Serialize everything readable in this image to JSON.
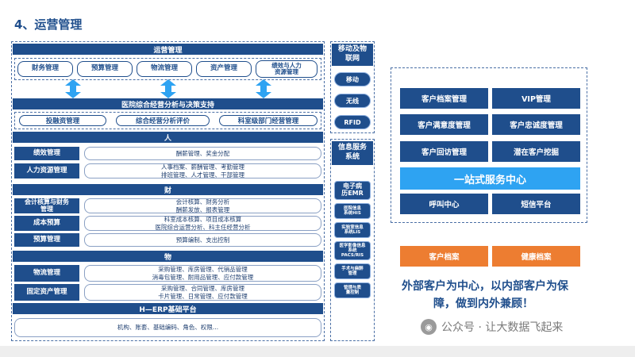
{
  "title": "4、运营管理",
  "ops": {
    "header": "运营管理",
    "items": [
      "财务管理",
      "预算管理",
      "物流管理",
      "资产管理",
      "绩效与人力\n资源管理"
    ]
  },
  "decision": {
    "header": "医院综合经营分析与决策支持",
    "items": [
      "投融资管理",
      "综合经营分析评价",
      "科室级部门经营管理"
    ]
  },
  "sections": [
    {
      "header": "人",
      "rows": [
        {
          "label": "绩效管理",
          "lines": [
            "酬薪管理、奖金分配"
          ]
        },
        {
          "label": "人力资源管理",
          "lines": [
            "人事档案、薪酬管理、考勤管理",
            "排班管理、人才管理、干部管理"
          ]
        }
      ]
    },
    {
      "header": "财",
      "rows": [
        {
          "label": "会计核算与财务\n管理",
          "lines": [
            "会计核算、财务分析",
            "酬薪发放、报表管理"
          ]
        },
        {
          "label": "成本预算",
          "lines": [
            "科室成本核算、项目成本核算",
            "医院综合运营分析、科主任经营分析"
          ]
        },
        {
          "label": "预算管理",
          "lines": [
            "预算编制、支出控制"
          ]
        }
      ]
    },
    {
      "header": "物",
      "rows": [
        {
          "label": "物流管理",
          "lines": [
            "采购管理、库房管理、代销品管理",
            "消毒包管理、耐用品管理、应付款管理"
          ]
        },
        {
          "label": "固定资产管理",
          "lines": [
            "采购管理、合同管理、库房管理",
            "卡片管理、日常管理、应付款管理"
          ]
        }
      ]
    }
  ],
  "platform": {
    "header": "H—ERP基础平台",
    "line": "机构、账套、基础编码、角色、权限..."
  },
  "iot": {
    "header": "移动及物\n联网",
    "items": [
      "移动",
      "无线",
      "RFID"
    ]
  },
  "info": {
    "header": "信息服务\n系统",
    "items": [
      "电子病\n历EMR",
      "医院信息\n系统HIS",
      "实验室信息\n系统LIS",
      "医学影像信息\n系统\nPACS/RIS",
      "手术与麻醉\n管理",
      "管理与质\n量控制"
    ]
  },
  "crm": {
    "grid": [
      [
        "客户档案管理",
        "VIP管理"
      ],
      [
        "客户满意度管理",
        "客户忠诚度管理"
      ],
      [
        "客户回访管理",
        "潜在客户挖掘"
      ]
    ],
    "hub": "一站式服务中心",
    "bottom": [
      "呼叫中心",
      "短信平台"
    ],
    "orange": [
      "客户档案",
      "健康档案"
    ]
  },
  "slogan": [
    "外部客户为中心，以内部客户为保",
    "障，做到内外兼顾！"
  ],
  "watermark": "公众号 · 让大数据飞起来",
  "icons": {
    "watermark": "wechat-icon",
    "arrow": "double-arrow-icon"
  },
  "colors": {
    "navy": "#1f4e8c",
    "blue": "#2ea3f2",
    "orange": "#ed7d31"
  }
}
